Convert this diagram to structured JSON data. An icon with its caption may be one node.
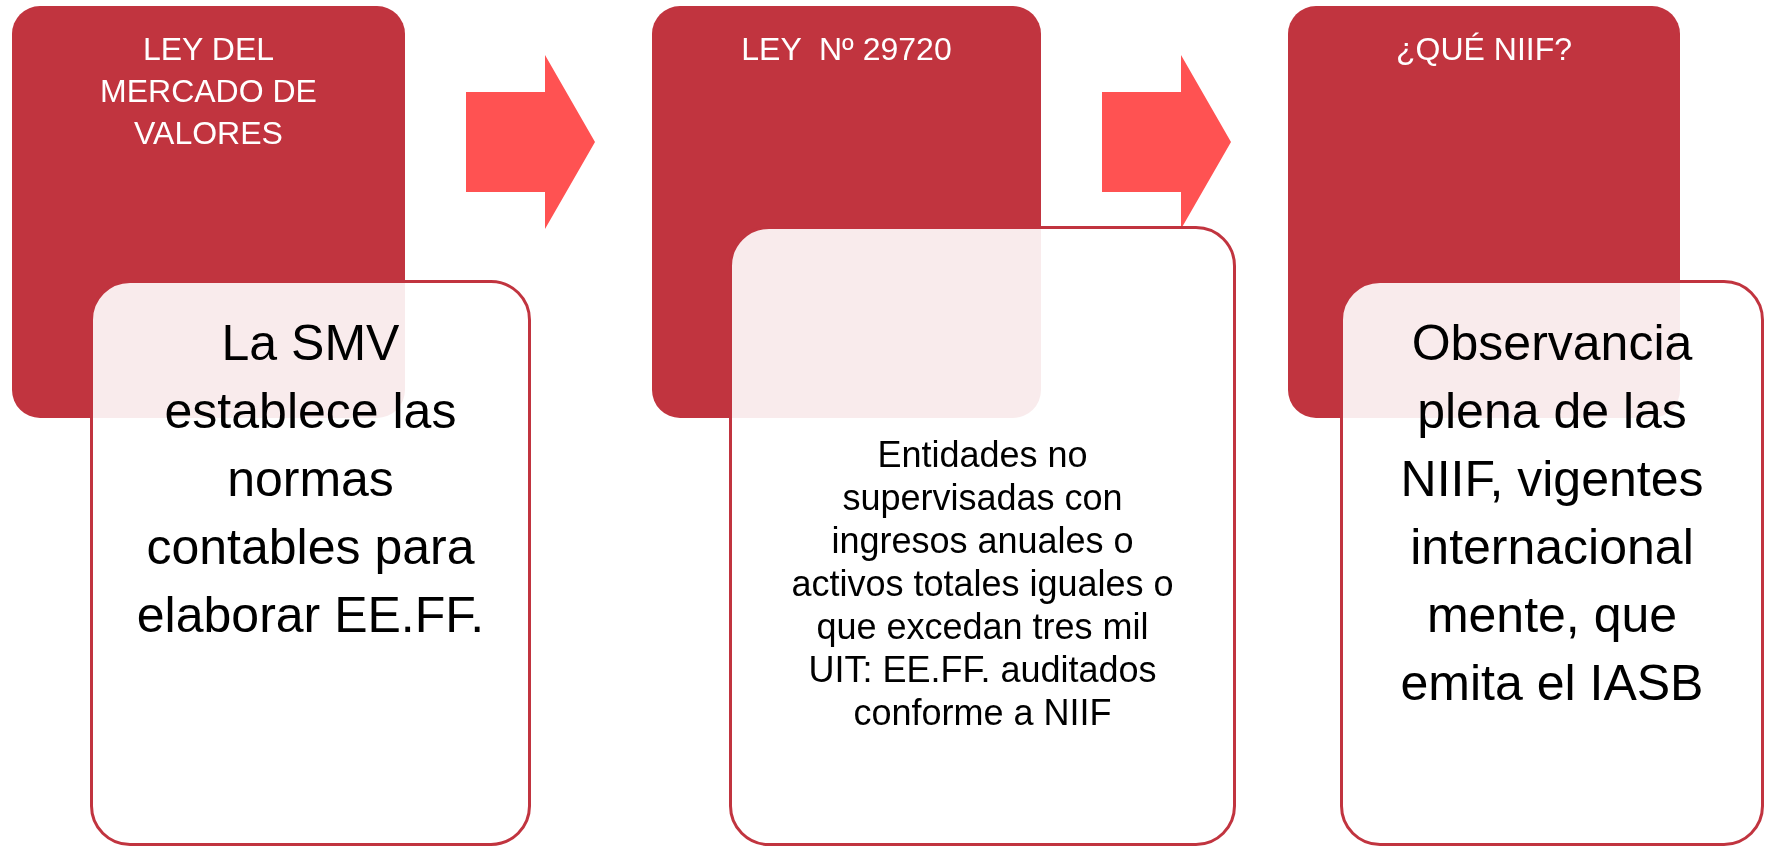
{
  "diagram": {
    "nodes": [
      {
        "text": [
          "LEY DEL MERCADO DE VALORES"
        ]
      },
      {
        "text": [
          "La SMV establece las normas contables para elaborar EE.FF."
        ]
      },
      {
        "text": [
          "LEY  Nº 29720"
        ]
      },
      {
        "text": [
          "Entidades no supervisadas con ingresos anuales o activos totales iguales o que excedan tres mil UIT: EE.FF. auditados conforme a NIIF"
        ]
      },
      {
        "text": [
          "¿QUÉ NIIF?"
        ]
      },
      {
        "text": [
          "Observancia plena de las NIIF, vigentes internacional mente, que emita el IASB"
        ]
      }
    ],
    "edges": [
      {
        "from": 0,
        "to": 2,
        "arrow": "to"
      },
      {
        "from": 2,
        "to": 4,
        "arrow": "to"
      }
    ]
  }
}
